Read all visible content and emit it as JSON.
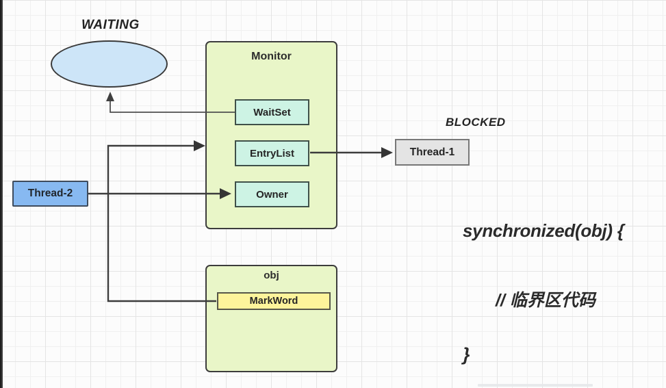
{
  "diagram": {
    "state_labels": {
      "waiting": "WAITING",
      "blocked": "BLOCKED"
    },
    "monitor": {
      "title": "Monitor",
      "slots": [
        {
          "label": "WaitSet"
        },
        {
          "label": "EntryList"
        },
        {
          "label": "Owner"
        }
      ]
    },
    "object": {
      "title": "obj",
      "field": "MarkWord"
    },
    "threads": {
      "blocked_thread": "Thread-1",
      "acquiring_thread": "Thread-2"
    },
    "code": {
      "line1": "synchronized(obj) {",
      "line2": "// 临界区代码",
      "line3": "}"
    },
    "colors": {
      "monitor_fill": "#e9f6c8",
      "slot_fill": "#cdf3e4",
      "markword_fill": "#fdf49b",
      "thread1_fill": "#e4e4e4",
      "thread2_fill": "#87b9f1",
      "ellipse_fill": "#cde5f8",
      "line_stroke": "#3c3c3c"
    }
  }
}
